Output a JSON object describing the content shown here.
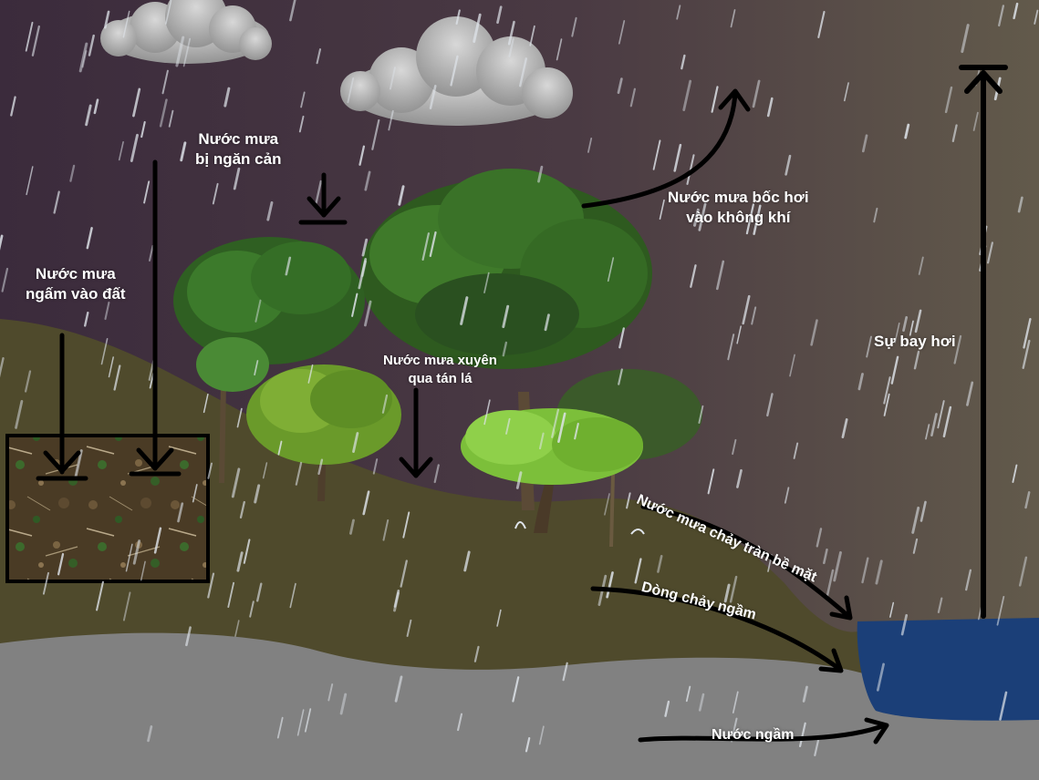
{
  "labels": {
    "blocked": [
      "Nước mưa",
      "bị ngăn cản"
    ],
    "infiltration": [
      "Nước mưa",
      "ngấm vào đất"
    ],
    "through_canopy": [
      "Nước mưa xuyên",
      "qua tán lá"
    ],
    "evaporate_air": [
      "Nước mưa bốc hơi",
      "vào không khí"
    ],
    "evaporation": "Sự bay hơi",
    "surface_runoff": "Nước mưa chảy tràn bề mặt",
    "subsurface_flow": "Dòng chảy ngầm",
    "groundwater": "Nước ngầm"
  },
  "colors": {
    "sky": "#3b2b3c",
    "sky_right": "#5e5648",
    "soil": "#4f4a2c",
    "bedrock": "#818181",
    "lake": "#1b3f78",
    "arrow": "#000000",
    "text": "#ffffff",
    "rain": "#dfe4ea"
  }
}
